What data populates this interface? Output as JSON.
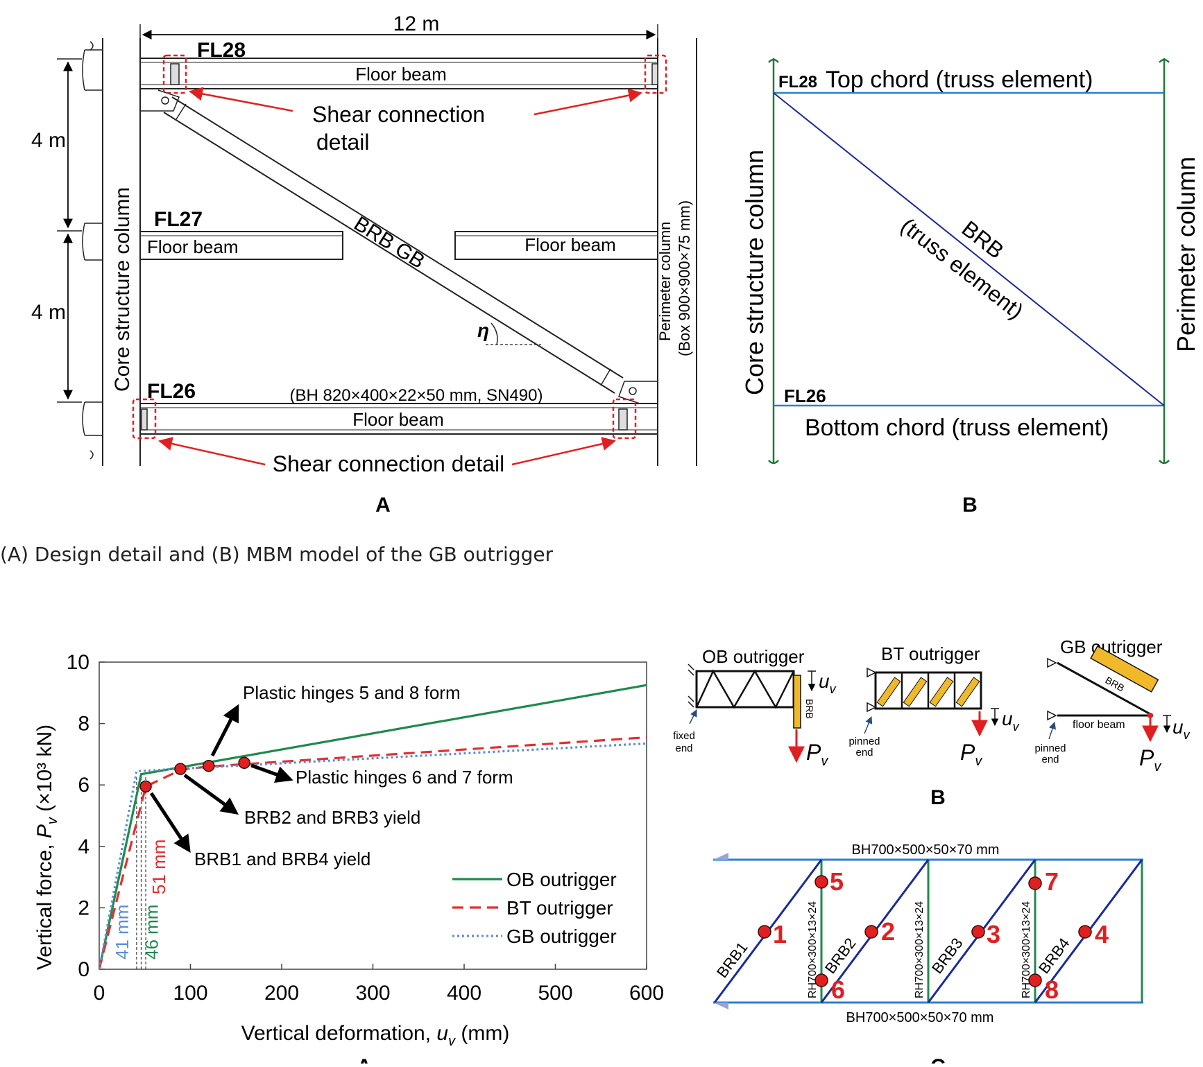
{
  "caption": "(A) Design detail and (B) MBM model of the GB outrigger",
  "fig1": {
    "panel_a": {
      "span": "12 m",
      "story_top": "4 m",
      "story_bottom": "4 m",
      "fl28": "FL28",
      "fl27": "FL27",
      "fl26": "FL26",
      "floor_beam": "Floor beam",
      "shear_top_1": "Shear connection",
      "shear_top_2": "detail",
      "shear_bottom": "Shear connection detail",
      "brace": "BRB  GB",
      "eta": "η",
      "core_column": "Core structure column",
      "perimeter_column_1": "Perimeter column",
      "perimeter_column_2": "(Box 900×900×75 mm)",
      "beam_section": "(BH 820×400×22×50 mm, SN490)",
      "label": "A"
    },
    "panel_b": {
      "fl28": "FL28",
      "fl26": "FL26",
      "top_chord": "Top chord (truss element)",
      "bottom_chord": "Bottom chord (truss element)",
      "brb_1": "BRB",
      "brb_2": "(truss element)",
      "core_column": "Core structure column",
      "perimeter_column": "Perimeter column",
      "label": "B"
    }
  },
  "fig2": {
    "panel_b": {
      "ob_title": "OB outrigger",
      "bt_title": "BT outrigger",
      "gb_title": "GB outrigger",
      "brb": "BRB",
      "fixed_1": "fixed",
      "fixed_2": "end",
      "pinned_1": "pinned",
      "pinned_2": "end",
      "floor_beam": "floor beam",
      "u_v": "u",
      "p_v": "P",
      "sub_v": "v",
      "label": "B"
    },
    "panel_c": {
      "top_section": "BH700×500×50×70 mm",
      "bottom_section": "BH700×500×50×70 mm",
      "column_section": "RH700×300×13×24",
      "brbs": [
        "BRB1",
        "BRB2",
        "BRB3",
        "BRB4"
      ],
      "hinges": [
        "1",
        "2",
        "3",
        "4",
        "5",
        "6",
        "7",
        "8"
      ],
      "label": "C"
    }
  },
  "chart_data": {
    "type": "line",
    "title": "",
    "xlabel": "Vertical deformation, u_v (mm)",
    "ylabel": "Vertical force, P_v (×10³ kN)",
    "xlim": [
      0,
      600
    ],
    "ylim": [
      0,
      10
    ],
    "xticks": [
      0,
      100,
      200,
      300,
      400,
      500,
      600
    ],
    "yticks": [
      0,
      2,
      4,
      6,
      8,
      10
    ],
    "grid": false,
    "legend": "lower-right",
    "series": [
      {
        "name": "OB outrigger",
        "style": "solid",
        "color": "#1f8a4c",
        "x": [
          0,
          46,
          600
        ],
        "y": [
          0,
          6.35,
          9.25
        ]
      },
      {
        "name": "BT outrigger",
        "style": "dashed",
        "color": "#e03030",
        "x": [
          0,
          51,
          90,
          120,
          600
        ],
        "y": [
          0,
          5.95,
          6.5,
          6.6,
          7.55
        ]
      },
      {
        "name": "GB outrigger",
        "style": "dotted",
        "color": "#5b8fd6",
        "x": [
          0,
          41,
          600
        ],
        "y": [
          0,
          6.45,
          7.35
        ]
      }
    ],
    "markers": [
      {
        "x": 51,
        "y": 5.95
      },
      {
        "x": 89,
        "y": 6.52
      },
      {
        "x": 120,
        "y": 6.62
      },
      {
        "x": 159,
        "y": 6.72
      }
    ],
    "yield_marks": [
      {
        "x": 41,
        "text": "41 mm",
        "color": "#5b8fd6"
      },
      {
        "x": 46,
        "text": "46 mm",
        "color": "#1f8a4c"
      },
      {
        "x": 51,
        "text": "51 mm",
        "color": "#e03030"
      }
    ],
    "annotations": [
      "Plastic hinges 5 and 8 form",
      "Plastic hinges 6 and 7 form",
      "BRB2 and BRB3 yield",
      "BRB1 and BRB4 yield"
    ],
    "panel_label": "A"
  }
}
